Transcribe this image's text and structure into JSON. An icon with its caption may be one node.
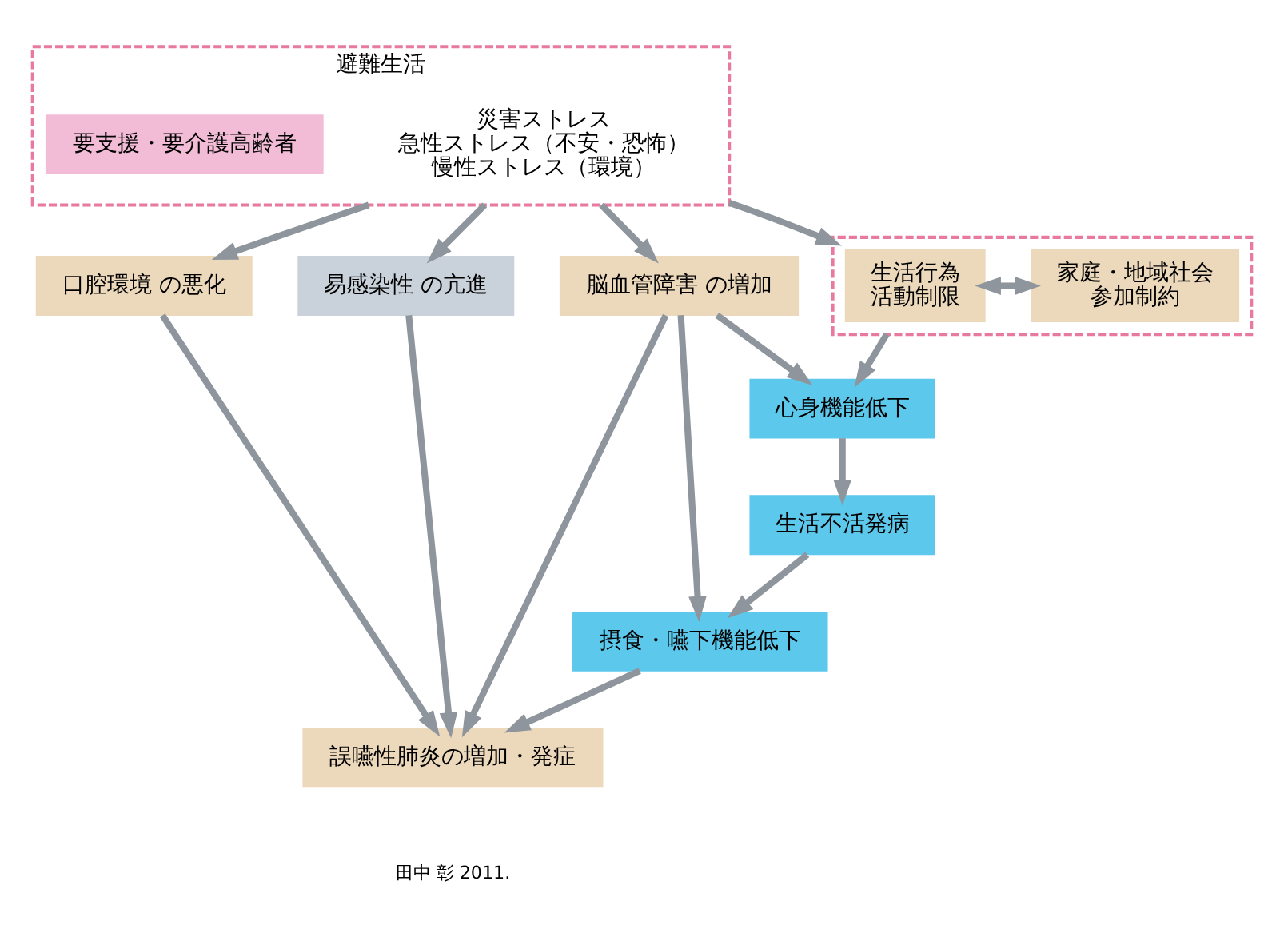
{
  "diagram": {
    "nodes": [
      {
        "text": [
          "避難生活"
        ]
      },
      {
        "text": [
          "災害ストレス",
          "急性ストレス（不安・恐怖）",
          "慢性ストレス（環境）"
        ],
        "in": 0
      },
      {
        "text": [
          "要支援・要介護高齢者"
        ],
        "in": 0
      },
      {
        "text": [],
        "shape": "box"
      },
      {
        "text": [
          "生活行為",
          "活動制限"
        ],
        "in": 3
      },
      {
        "text": [
          "家庭・地域社会",
          "参加制約"
        ],
        "in": 3
      },
      {
        "text": [
          "口腔環境 の悪化"
        ]
      },
      {
        "text": [
          "易感染性 の亢進"
        ]
      },
      {
        "text": [
          "脳血管障害 の増加"
        ]
      },
      {
        "text": [
          "誤嚥性肺炎の増加・発症"
        ]
      },
      {
        "text": [
          "心身機能低下"
        ]
      },
      {
        "text": [
          "生活不活発病"
        ]
      },
      {
        "text": [
          "摂食・嚥下機能低下"
        ]
      }
    ],
    "edges": [
      {
        "from": 0,
        "to": 6,
        "arrow": "to"
      },
      {
        "from": 0,
        "to": 7,
        "arrow": "to"
      },
      {
        "from": 0,
        "to": 8,
        "arrow": "to"
      },
      {
        "from": 0,
        "to": 3,
        "arrow": "to"
      },
      {
        "from": 4,
        "to": 5,
        "arrow": "both"
      },
      {
        "from": 3,
        "to": 10,
        "arrow": "to"
      },
      {
        "from": 8,
        "to": 10,
        "arrow": "to"
      },
      {
        "from": 10,
        "to": 11,
        "arrow": "to"
      },
      {
        "from": 11,
        "to": 12,
        "arrow": "to"
      },
      {
        "from": 8,
        "to": 12,
        "arrow": "to"
      },
      {
        "from": 12,
        "to": 9,
        "arrow": "to"
      },
      {
        "from": 6,
        "to": 9,
        "arrow": "to"
      },
      {
        "from": 7,
        "to": 9,
        "arrow": "to"
      },
      {
        "from": 8,
        "to": 9,
        "arrow": "to"
      }
    ],
    "labels": [
      "田中 彰 2011."
    ]
  }
}
